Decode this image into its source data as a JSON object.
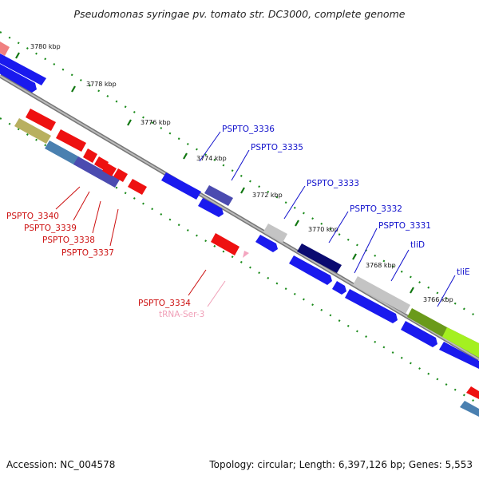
{
  "title": "Pseudomonas syringae pv. tomato str. DC3000, complete genome",
  "footer": {
    "accession": "Accession: NC_004578",
    "summary": "Topology: circular; Length: 6,397,126 bp; Genes: 5,553"
  },
  "ticks": [
    {
      "label": "3780 kbp"
    },
    {
      "label": "3778 kbp"
    },
    {
      "label": "3776 kbp"
    },
    {
      "label": "3774 kbp"
    },
    {
      "label": "3772 kbp"
    },
    {
      "label": "3770 kbp"
    },
    {
      "label": "3768 kbp"
    },
    {
      "label": "3766 kbp"
    }
  ],
  "labels": [
    {
      "text": "PSPTO_3336",
      "color": "#1010cc"
    },
    {
      "text": "PSPTO_3335",
      "color": "#1010cc"
    },
    {
      "text": "PSPTO_3333",
      "color": "#1010cc"
    },
    {
      "text": "PSPTO_3332",
      "color": "#1010cc"
    },
    {
      "text": "PSPTO_3331",
      "color": "#1010cc"
    },
    {
      "text": "tliD",
      "color": "#1010cc"
    },
    {
      "text": "tliE",
      "color": "#1010cc"
    },
    {
      "text": "PSPTO_3340",
      "color": "#cc1010"
    },
    {
      "text": "PSPTO_3339",
      "color": "#cc1010"
    },
    {
      "text": "PSPTO_3338",
      "color": "#cc1010"
    },
    {
      "text": "PSPTO_3337",
      "color": "#cc1010"
    },
    {
      "text": "PSPTO_3334",
      "color": "#cc1010"
    },
    {
      "text": "tRNA-Ser-3",
      "color": "#f0a0b8"
    }
  ],
  "colors": {
    "forward_cds": "#1a1aee",
    "reverse_cds": "#ee1111",
    "backbone": "#888888",
    "tick": "#117711",
    "trna": "#f4a6c0"
  }
}
